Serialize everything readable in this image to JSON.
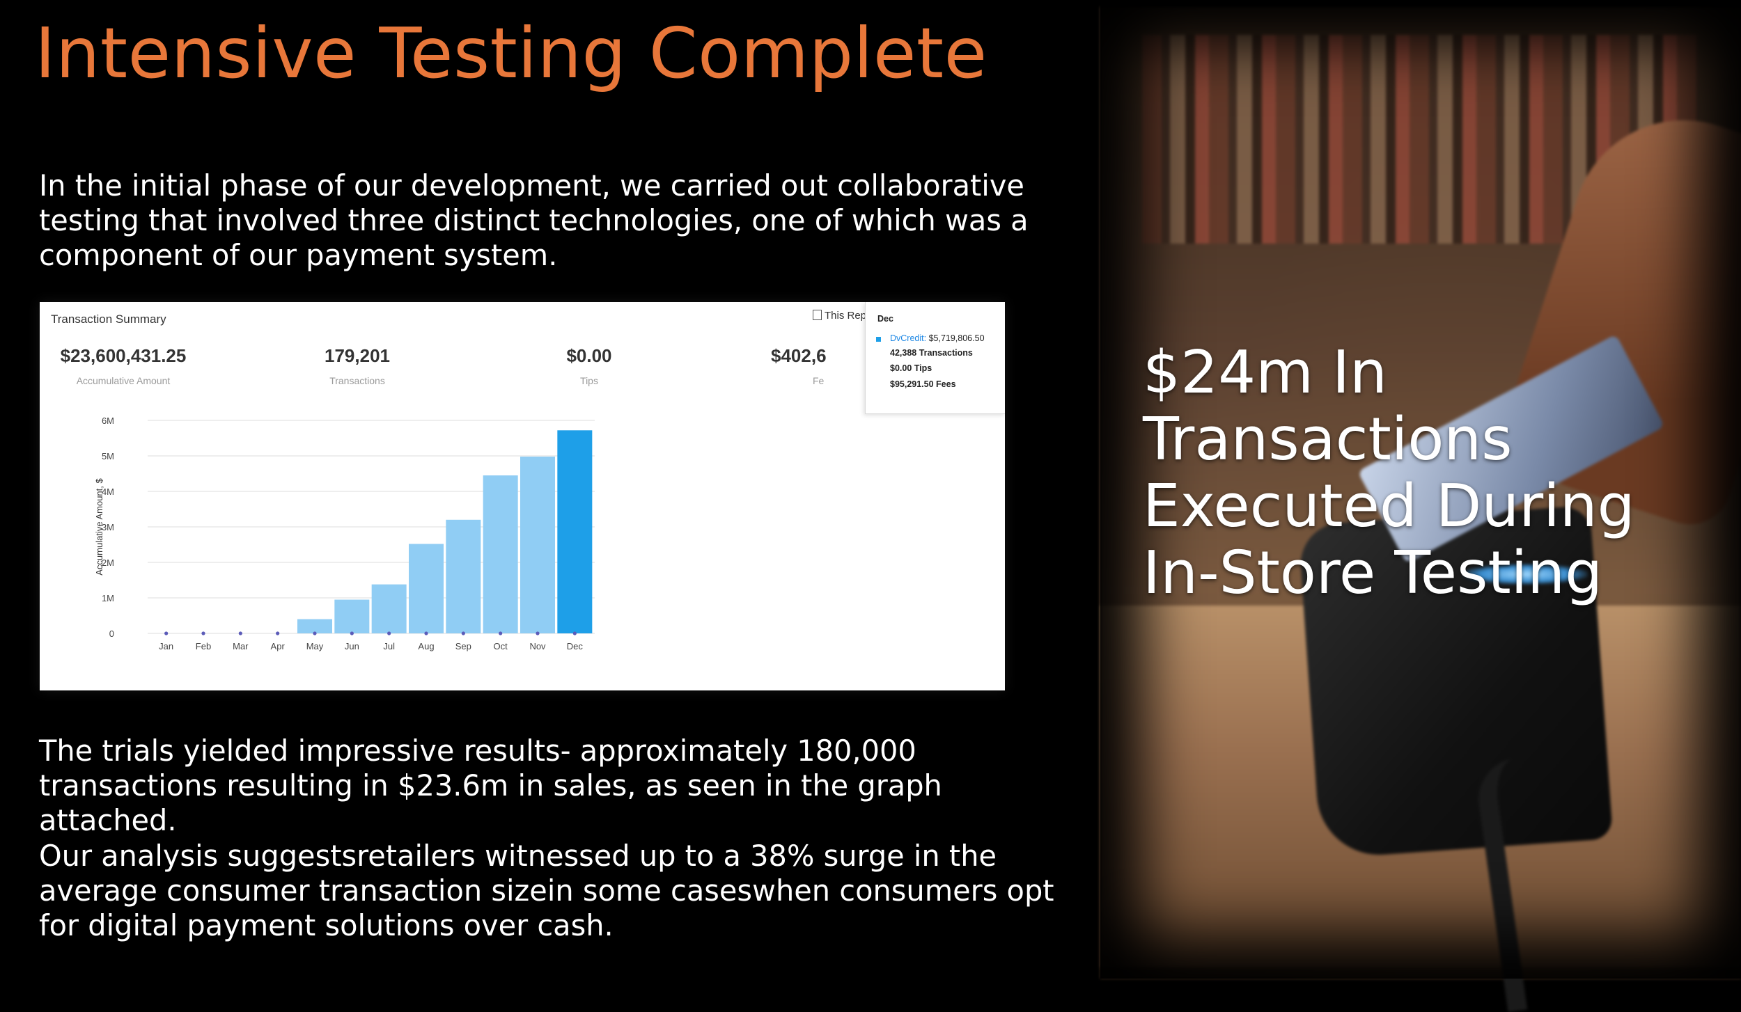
{
  "slide": {
    "title": "Intensive Testing Complete",
    "intro": "In the initial phase of our development, we carried out collaborative testing that involved three distinct technologies, one of which was a component of our payment system.",
    "results": "The trials yielded impressive results- approximately 180,000 transactions resulting in $23.6m in sales, as seen in the graph attached.",
    "analysis": "Our analysis suggestsretailers witnessed up to a 38% surge in the average consumer transaction sizein some caseswhen consumers opt for digital payment solutions over cash.",
    "overlay_line1": "$24m In",
    "overlay_line2": "Transactions",
    "overlay_line3": "Executed During",
    "overlay_line4": "In-Store Testing",
    "title_color": "#e8773a"
  },
  "screenshot": {
    "panel_title": "Transaction Summary",
    "report_button": "This Rep",
    "stats": [
      {
        "value": "$23,600,431.25",
        "label": "Accumulative Amount"
      },
      {
        "value": "179,201",
        "label": "Transactions"
      },
      {
        "value": "$0.00",
        "label": "Tips"
      },
      {
        "value": "$402,6",
        "label": "Fe"
      }
    ],
    "tooltip": {
      "month": "Dec",
      "series_name": "DvCredit:",
      "series_value": "$5,719,806.50",
      "transactions": "42,388 Transactions",
      "tips": "$0.00 Tips",
      "fees": "$95,291.50 Fees"
    }
  },
  "chart_data": {
    "type": "bar",
    "title": "",
    "xlabel": "",
    "ylabel": "Accumulative Amount, $",
    "categories": [
      "Jan",
      "Feb",
      "Mar",
      "Apr",
      "May",
      "Jun",
      "Jul",
      "Aug",
      "Sep",
      "Oct",
      "Nov",
      "Dec"
    ],
    "series": [
      {
        "name": "DvCredit",
        "values": [
          0,
          0,
          0,
          0,
          400000,
          950000,
          1380000,
          2520000,
          3200000,
          4450000,
          4980000,
          5719806.5
        ]
      }
    ],
    "ylim": [
      0,
      6000000
    ],
    "yticks": [
      0,
      1000000,
      2000000,
      3000000,
      4000000,
      5000000,
      6000000
    ],
    "ytick_labels": [
      "0",
      "1M",
      "2M",
      "3M",
      "4M",
      "5M",
      "6M"
    ],
    "highlight_index": 11,
    "bar_color": "#90cdf4",
    "highlight_color": "#1e9fe8",
    "dot_color": "#5b5bb8",
    "grid": true
  }
}
